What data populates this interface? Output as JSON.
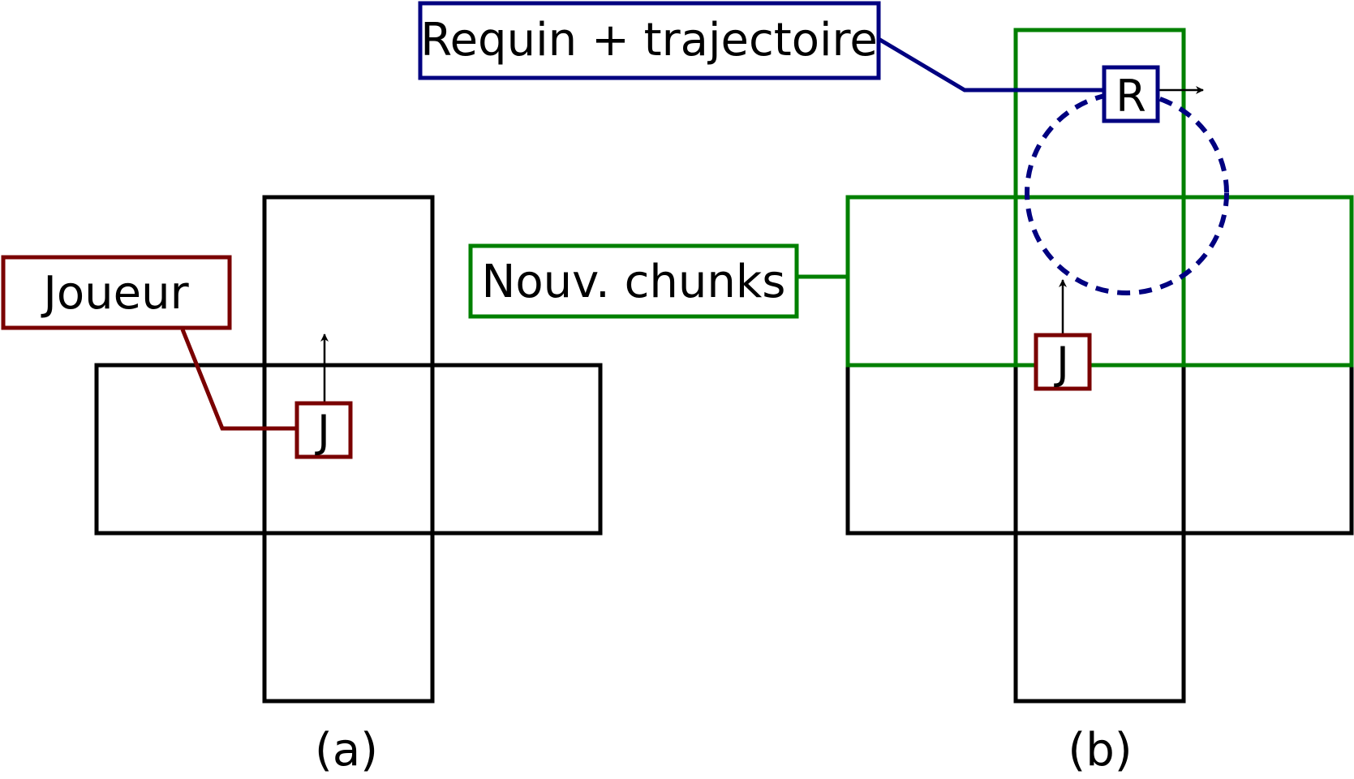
{
  "colors": {
    "player": "#7a0000",
    "shark": "#000080",
    "new_chunks": "#008000",
    "grid": "#000000",
    "text": "#000000"
  },
  "panel_a": {
    "caption": "(a)",
    "player_callout": "Joueur",
    "player_marker": "J"
  },
  "panel_b": {
    "caption": "(b)",
    "shark_callout": "Requin + trajectoire",
    "shark_marker": "R",
    "new_chunks_callout": "Nouv. chunks",
    "player_marker": "J"
  }
}
